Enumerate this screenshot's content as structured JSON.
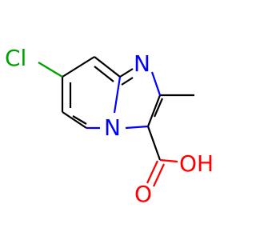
{
  "molecule": {
    "colors": {
      "carbon": "#000000",
      "nitrogen": "#0000ff",
      "oxygen": "#ff0000",
      "chlorine": "#00a000"
    },
    "atoms": {
      "cl": "Cl",
      "n_imine": "N",
      "n_bridge": "N",
      "o_carbonyl": "O",
      "oh": "OH"
    }
  }
}
